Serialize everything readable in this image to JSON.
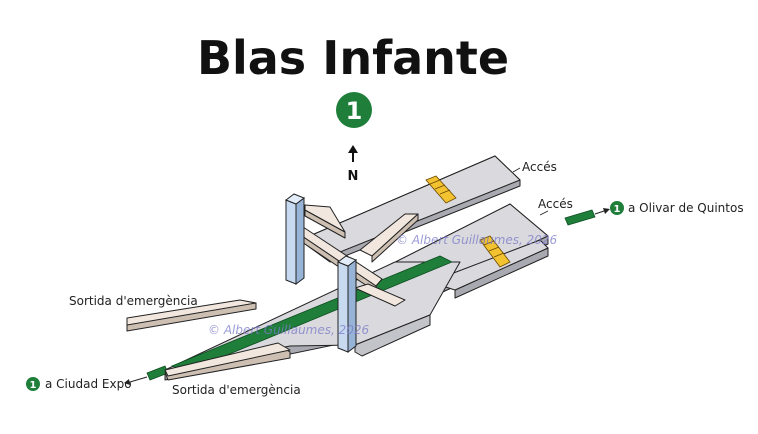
{
  "station": {
    "title": "Blas Infante",
    "line_badge": "1",
    "line_color": "#1f7f3a",
    "north_label": "N"
  },
  "labels": {
    "access_1": "Accés",
    "access_2": "Accés",
    "emergency_exit_1": "Sortida d'emergència",
    "emergency_exit_2": "Sortida d'emergència",
    "direction_east": "a Olivar de Quintos",
    "direction_west": "a Ciudad Expo"
  },
  "watermark": {
    "text_1": "© Albert Guillaumes, 2026",
    "text_2": "© Albert Guillaumes, 2026"
  },
  "colors": {
    "slab": "#d9d9de",
    "ramp": "#f1e7de",
    "column": "#c8daf0",
    "stairs": "#f2c230"
  }
}
